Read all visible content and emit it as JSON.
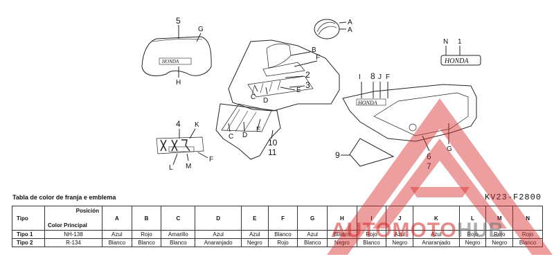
{
  "callouts": {
    "n1": "1",
    "n2": "2",
    "n3": "3",
    "n4": "4",
    "n5": "5",
    "n6": "6",
    "n7": "7",
    "n8": "8",
    "n9": "9",
    "n10": "10",
    "n11": "11",
    "A": "A",
    "B": "B",
    "C": "C",
    "D": "D",
    "E": "E",
    "F": "F",
    "G": "G",
    "H": "H",
    "I": "I",
    "J": "J",
    "K": "K",
    "L": "L",
    "M": "M",
    "N": "N"
  },
  "emblem_text": "HONDA",
  "diagram_code": "KV23-F2800",
  "table": {
    "title": "Tabla de color de franja e emblema",
    "header_tipo": "Tipo",
    "header_position": "Posición",
    "header_color": "Color Principal",
    "positions": [
      "A",
      "B",
      "C",
      "D",
      "E",
      "F",
      "G",
      "H",
      "I",
      "J",
      "K",
      "L",
      "M",
      "N"
    ],
    "rows": [
      {
        "tipo": "Tipo 1",
        "color": "NH-138",
        "cells": [
          "Azul",
          "Rojo",
          "Amarillo",
          "Azul",
          "Azul",
          "Blanco",
          "Azul",
          "Blanco",
          "Rojo",
          "Azul",
          "Azul",
          "Rojo",
          "Rojo",
          "Rojo"
        ]
      },
      {
        "tipo": "Tipo 2",
        "color": "R-134",
        "cells": [
          "Blanco",
          "Blanco",
          "Blanco",
          "Anaranjado",
          "Negro",
          "Rojo",
          "Blanco",
          "Negro",
          "Blanco",
          "Negro",
          "Anaranjado",
          "Negro",
          "Negro",
          "Blanco"
        ]
      }
    ]
  },
  "watermark": {
    "part1": "AUTOMOTO",
    "part2": "HUB",
    "color": "#d22828"
  }
}
